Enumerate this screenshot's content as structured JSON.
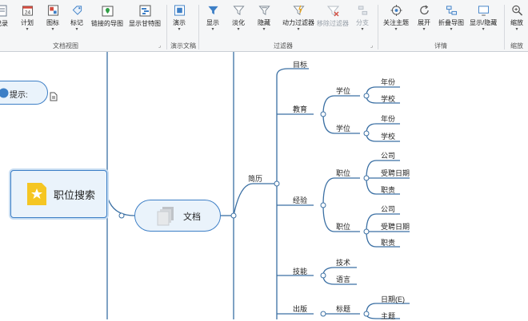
{
  "ribbon": {
    "buttons": [
      {
        "label": "记录"
      },
      {
        "label": "计划"
      },
      {
        "label": "图标"
      },
      {
        "label": "标记"
      },
      {
        "label": "链接的导图"
      },
      {
        "label": "显示甘特图"
      },
      {
        "label": "演示"
      },
      {
        "label": "显示"
      },
      {
        "label": "淡化"
      },
      {
        "label": "隐藏"
      },
      {
        "label": "动力过滤器"
      },
      {
        "label": "移除过滤器"
      },
      {
        "label": "分支"
      },
      {
        "label": "关注主题"
      },
      {
        "label": "展开"
      },
      {
        "label": "折叠导图"
      },
      {
        "label": "显示/隐藏"
      },
      {
        "label": "缩放"
      }
    ],
    "groups": {
      "doc_view": "文档视图",
      "presentation": "演示文稿",
      "filter": "过滤器",
      "detail": "详情",
      "zoom": "缩放"
    },
    "colors": {
      "accent": "#3d7fc6",
      "tint": "#eaf3fb"
    }
  },
  "map": {
    "hint_label": "提示:",
    "central_topic": "职位搜索",
    "document_topic": "文档",
    "resume": "简历",
    "goal": "目标",
    "education": {
      "label": "教育",
      "degree1": "学位",
      "year1": "年份",
      "school1": "学校",
      "degree2": "学位",
      "year2": "年份",
      "school2": "学校"
    },
    "experience": {
      "label": "经验",
      "pos1": "职位",
      "company1": "公司",
      "hired1": "受聘日期",
      "duty1": "职责",
      "pos2": "职位",
      "company2": "公司",
      "hired2": "受聘日期",
      "duty2": "职责"
    },
    "skills": {
      "label": "技能",
      "tech": "技术",
      "lang": "语言"
    },
    "publication": {
      "label": "出版",
      "title": "标题",
      "date": "日期(E)",
      "subject": "主题"
    }
  }
}
